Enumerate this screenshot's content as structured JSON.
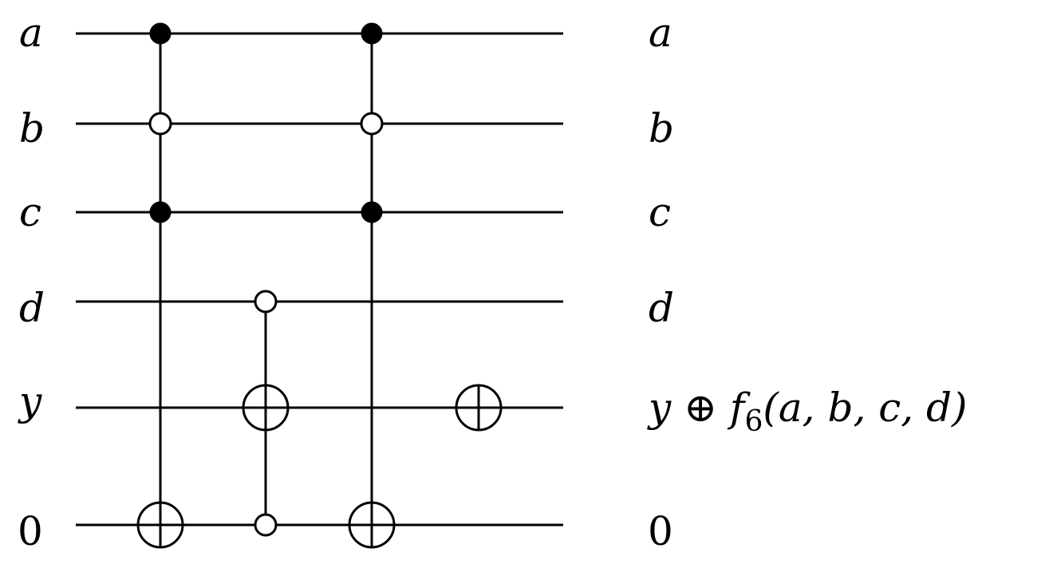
{
  "circuit": {
    "inputs": [
      "a",
      "b",
      "c",
      "d",
      "y",
      "0"
    ],
    "outputs": [
      "a",
      "b",
      "c",
      "d",
      "y ⊕ f",
      "6",
      "(a, b, c, d)",
      "0"
    ],
    "gates": [
      {
        "column": 1,
        "controls": [
          {
            "wire": 0,
            "polarity": "filled"
          },
          {
            "wire": 1,
            "polarity": "open"
          },
          {
            "wire": 2,
            "polarity": "filled"
          }
        ],
        "target": 5
      },
      {
        "column": 2,
        "controls": [
          {
            "wire": 3,
            "polarity": "open"
          },
          {
            "wire": 5,
            "polarity": "open"
          }
        ],
        "target": 4
      },
      {
        "column": 3,
        "controls": [
          {
            "wire": 0,
            "polarity": "filled"
          },
          {
            "wire": 1,
            "polarity": "open"
          },
          {
            "wire": 2,
            "polarity": "filled"
          }
        ],
        "target": 5
      },
      {
        "column": 4,
        "controls": [],
        "target": 4
      }
    ]
  }
}
